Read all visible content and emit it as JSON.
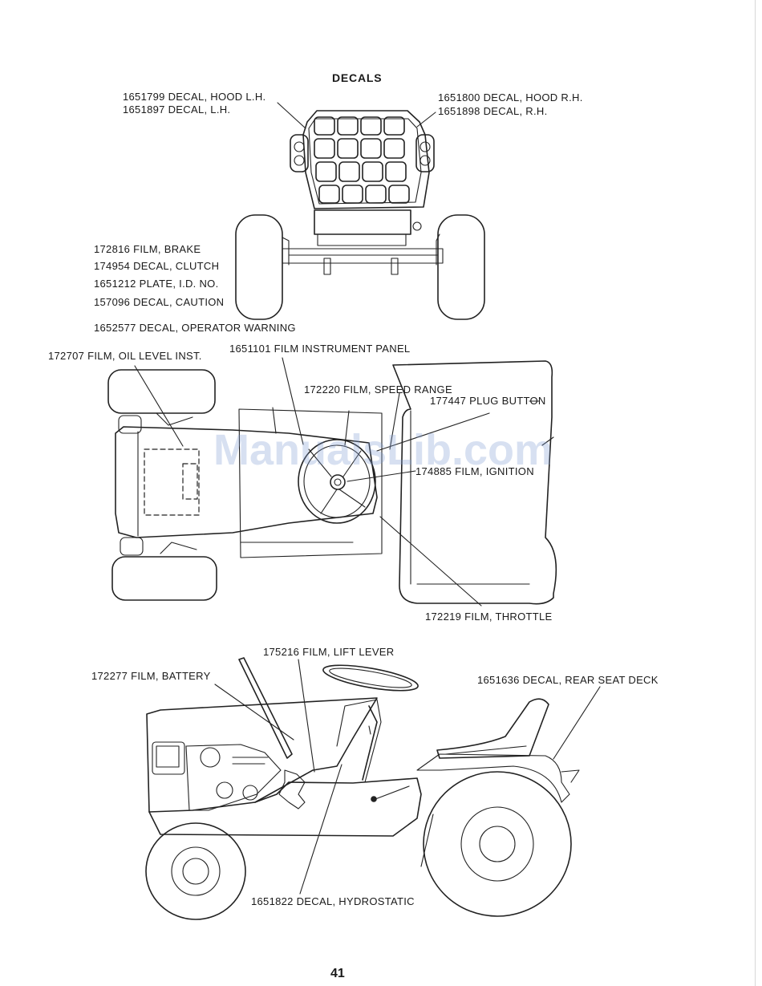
{
  "title": "DECALS",
  "page_number": "41",
  "watermark": "ManualsLib.com",
  "front_view": {
    "left_labels": [
      "1651799 DECAL, HOOD L.H.",
      "1651897 DECAL, L.H."
    ],
    "right_labels": [
      "1651800 DECAL, HOOD R.H.",
      "1651898 DECAL, R.H."
    ],
    "side_labels": [
      "172816 FILM, BRAKE",
      "174954 DECAL, CLUTCH",
      "1651212 PLATE, I.D. NO.",
      "157096 DECAL, CAUTION",
      "1652577 DECAL, OPERATOR WARNING"
    ]
  },
  "top_view": {
    "oil_level": "172707 FILM, OIL LEVEL INST.",
    "instrument_panel": "1651101 FILM INSTRUMENT PANEL",
    "speed_range": "172220 FILM, SPEED RANGE",
    "plug_button": "177447 PLUG BUTTON",
    "ignition": "174885 FILM, IGNITION",
    "throttle": "172219 FILM, THROTTLE"
  },
  "side_view": {
    "lift_lever": "175216 FILM, LIFT LEVER",
    "battery": "172277 FILM, BATTERY",
    "rear_seat_deck": "1651636 DECAL, REAR SEAT DECK",
    "hydrostatic": "1651822 DECAL, HYDROSTATIC"
  }
}
